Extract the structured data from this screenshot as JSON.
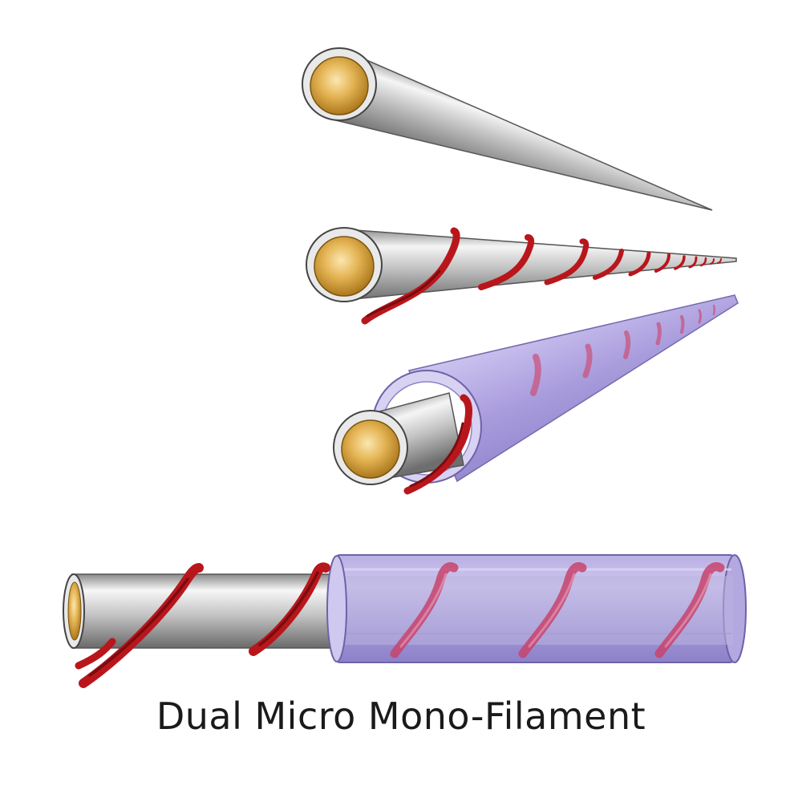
{
  "caption": "Dual Micro Mono-Filament",
  "colors": {
    "background": "#ffffff",
    "silver_light": "#f4f4f4",
    "silver_dark": "#7d7d7d",
    "gold_light": "#f6dc98",
    "gold_dark": "#b27b1c",
    "thread": "#b9161c",
    "sleeve": "#a79ad8",
    "sleeve_edge": "#6f62a8"
  },
  "figures": [
    {
      "name": "bare-filament",
      "parts": [
        "core"
      ]
    },
    {
      "name": "wrapped-filament",
      "parts": [
        "core",
        "thread"
      ]
    },
    {
      "name": "sleeved-filament",
      "parts": [
        "core",
        "thread",
        "sleeve"
      ]
    },
    {
      "name": "filament-cutaway",
      "parts": [
        "core",
        "thread",
        "sleeve"
      ]
    }
  ]
}
